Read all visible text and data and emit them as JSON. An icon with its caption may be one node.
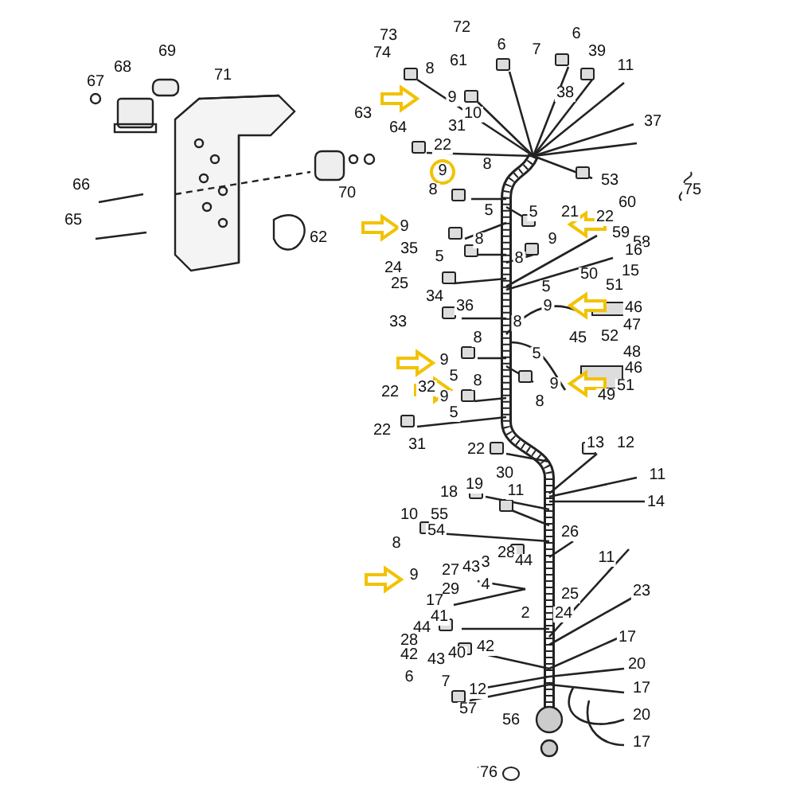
{
  "diagram": {
    "labels": [
      "67",
      "68",
      "69",
      "71",
      "63",
      "64",
      "70",
      "66",
      "65",
      "62",
      "73",
      "72",
      "74",
      "6",
      "6",
      "7",
      "61",
      "8",
      "39",
      "11",
      "38",
      "9",
      "10",
      "37",
      "31",
      "22",
      "53",
      "9",
      "8",
      "8",
      "5",
      "5",
      "21",
      "22",
      "60",
      "75",
      "9",
      "9",
      "59",
      "58",
      "8",
      "35",
      "5",
      "8",
      "16",
      "24",
      "25",
      "15",
      "50",
      "51",
      "5",
      "34",
      "36",
      "9",
      "46",
      "33",
      "8",
      "47",
      "52",
      "45",
      "8",
      "48",
      "5",
      "9",
      "46",
      "5",
      "8",
      "9",
      "51",
      "32",
      "22",
      "9",
      "49",
      "8",
      "5",
      "22",
      "13",
      "12",
      "31",
      "22",
      "30",
      "11",
      "19",
      "18",
      "11",
      "14",
      "10",
      "55",
      "54",
      "26",
      "8",
      "28",
      "11",
      "44",
      "3",
      "43",
      "27",
      "9",
      "4",
      "29",
      "23",
      "25",
      "17",
      "2",
      "24",
      "41",
      "44",
      "17",
      "28",
      "42",
      "40",
      "42",
      "43",
      "20",
      "6",
      "7",
      "17",
      "12",
      "57",
      "20",
      "56",
      "17",
      "76"
    ]
  }
}
